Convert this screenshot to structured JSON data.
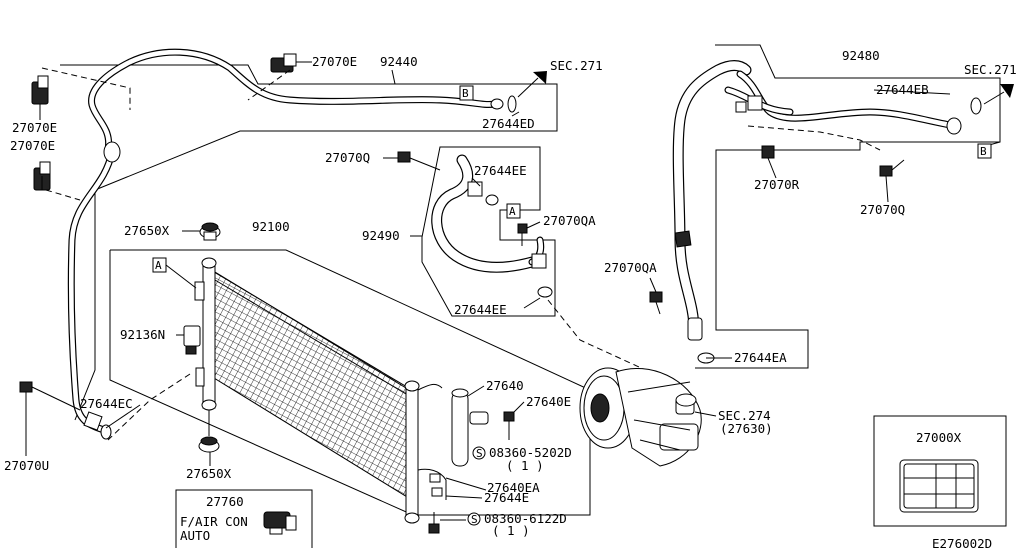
{
  "diagram_code": "E276002D",
  "ref_marks": {
    "a": "A",
    "b": "B"
  },
  "circle_s": "S",
  "labels": {
    "p27070E_top": "27070E",
    "p92440": "92440",
    "sec271_left": "SEC.271",
    "p27644ED": "27644ED",
    "p27070E_l1": "27070E",
    "p27070E_l2": "27070E",
    "p27070Q_mid": "27070Q",
    "p27644EE_top": "27644EE",
    "p27070QA_mid": "27070QA",
    "p92490": "92490",
    "p27644EE_bot": "27644EE",
    "p27650X_top": "27650X",
    "p92100": "92100",
    "p92136N": "92136N",
    "p27644EC": "27644EC",
    "p27070U": "27070U",
    "p27650X_bot": "27650X",
    "p27640": "27640",
    "p27640E": "27640E",
    "bolt1": "08360-5202D",
    "bolt1_qty": "( 1 )",
    "p27640EA": "27640EA",
    "p27644E": "27644E",
    "bolt2": "08360-6122D",
    "bolt2_qty": "( 1 )",
    "p27760": "27760",
    "faircon": "F/AIR CON",
    "auto": "AUTO",
    "p92480": "92480",
    "sec271_right": "SEC.271",
    "p27644EB": "27644EB",
    "p27070R": "27070R",
    "p27070Q_right": "27070Q",
    "p27070QA_right": "27070QA",
    "p27644EA": "27644EA",
    "sec274": "SEC.274",
    "p27630": "(27630)",
    "p27000X": "27000X"
  }
}
